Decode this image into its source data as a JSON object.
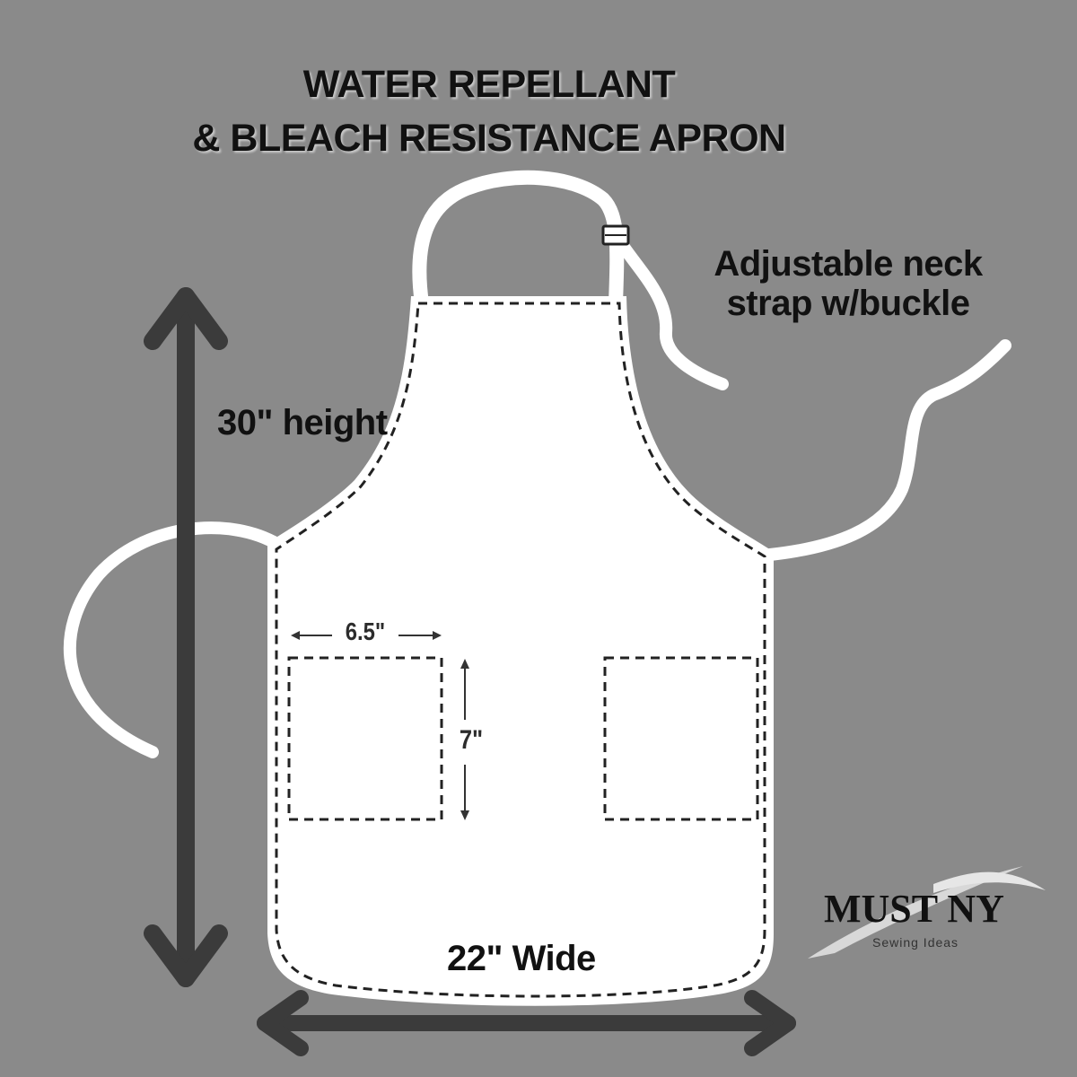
{
  "title": {
    "line1": "WATER REPELLANT",
    "line2": "& BLEACH RESISTANCE APRON"
  },
  "labels": {
    "neck_strap_line1": "Adjustable neck",
    "neck_strap_line2": "strap w/buckle",
    "height": "30\" height",
    "width": "22\" Wide",
    "pocket_width": "6.5\"",
    "pocket_height": "7\""
  },
  "logo": {
    "brand": "MUST NY",
    "tagline": "Sewing Ideas"
  },
  "colors": {
    "background": "#8a8a8a",
    "apron": "#ffffff",
    "stitching": "#222222",
    "arrows": "#3b3b3b",
    "text": "#111111"
  },
  "icons": {
    "vertical_arrow": "double-arrow-vertical-icon",
    "horizontal_arrow": "double-arrow-horizontal-icon",
    "buckle": "buckle-icon"
  }
}
